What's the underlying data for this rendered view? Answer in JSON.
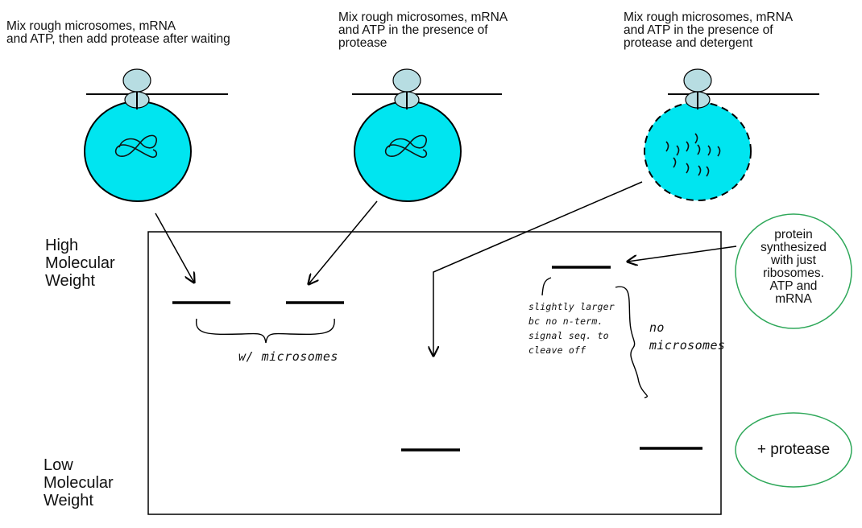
{
  "captions": {
    "col1": "Mix rough microsomes, mRNA\nand ATP, then add protease after waiting",
    "col2": "Mix rough microsomes, mRNA\nand ATP in the presence of\nprotease",
    "col3": "Mix rough microsomes, mRNA\nand ATP in the presence of\nprotease and detergent"
  },
  "axis": {
    "high": "High\nMolecular\nWeight",
    "low": "Low\nMolecular\nWeight"
  },
  "annotations": {
    "with_microsomes": "w/ microsomes",
    "slightly_larger": "slightly larger\nbc no n-term.\nsignal seq. to\ncleave off",
    "no_microsomes": "no\nmicrosomes"
  },
  "circled": {
    "ribosomes_only": "protein\nsynthesized\nwith just\nribosomes.\nATP and\nmRNA",
    "plus_protease": "+ protease"
  },
  "colors": {
    "vesicle": "#00e5f0",
    "ribosome": "#b7dde2",
    "circle_outline": "#2fa85a",
    "ink": "#000000"
  }
}
